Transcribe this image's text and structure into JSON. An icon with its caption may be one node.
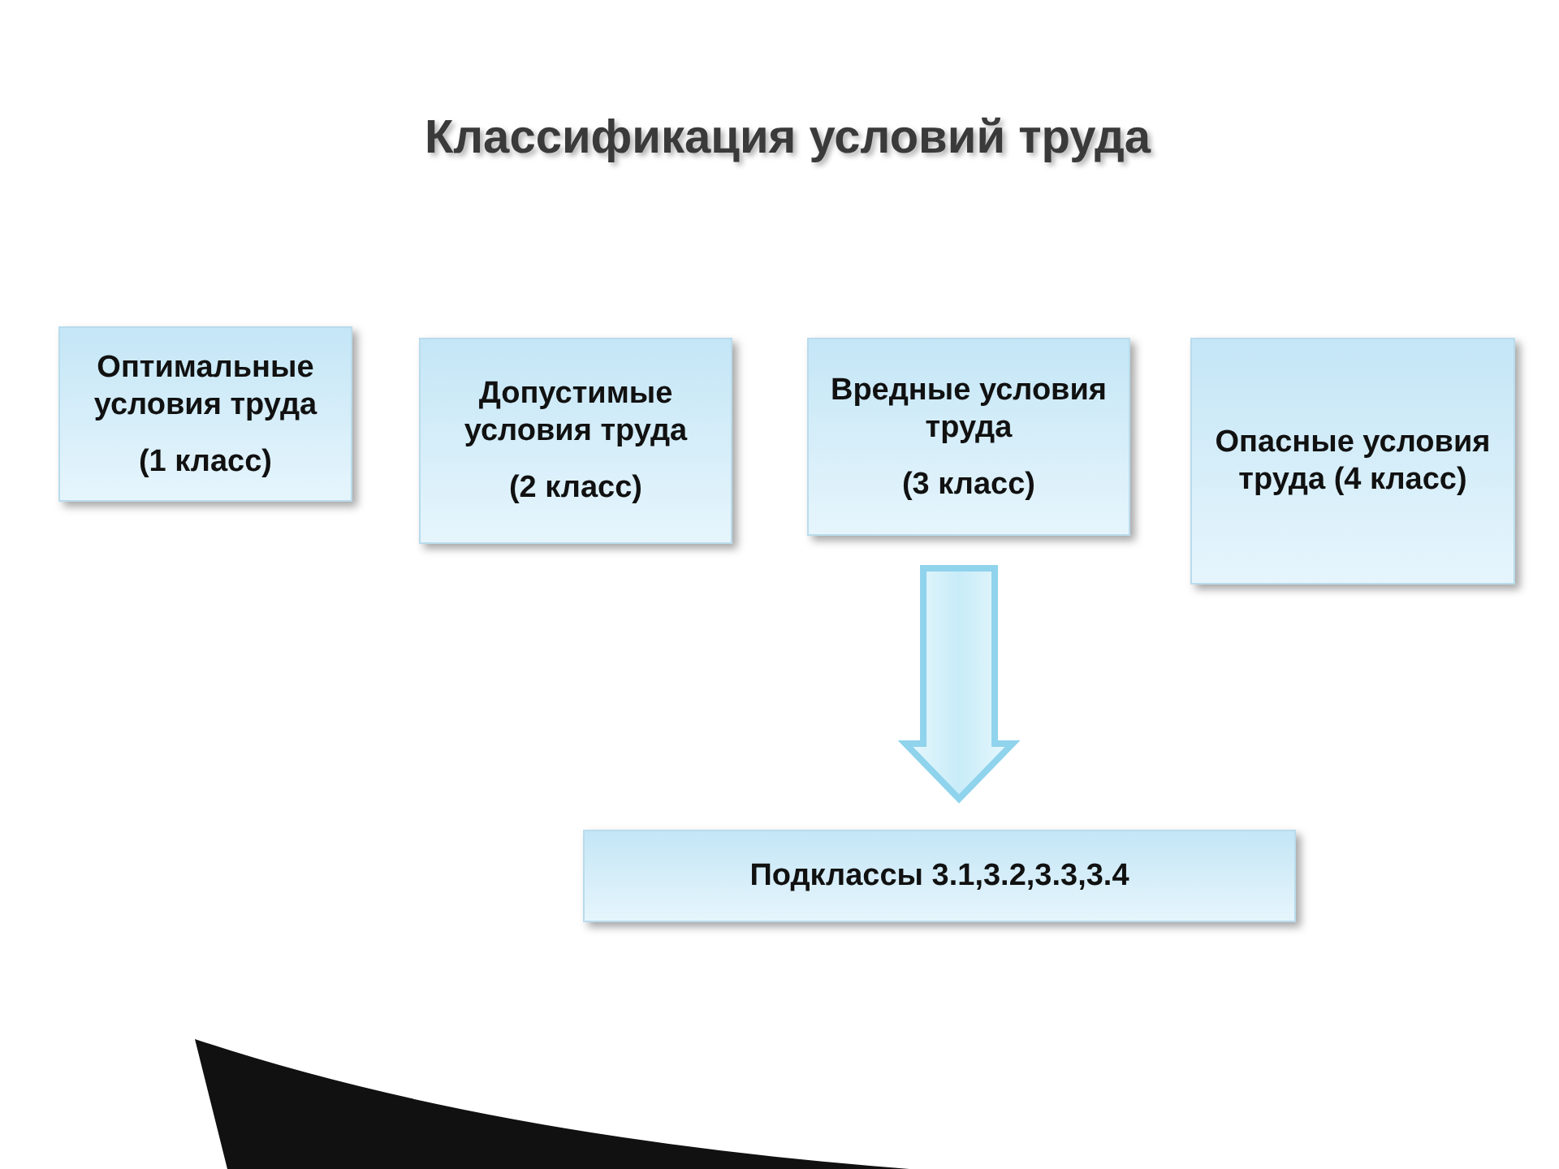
{
  "diagram": {
    "title": "Классификация условий труда",
    "nodes": [
      {
        "text": [
          "Оптимальные условия труда",
          "(1 класс)"
        ]
      },
      {
        "text": [
          "Допустимые условия труда",
          "(2 класс)"
        ]
      },
      {
        "text": [
          "Вредные условия труда",
          "(3 класс)"
        ]
      },
      {
        "text": [
          "Опасные условия труда (4 класс)"
        ]
      },
      {
        "text": [
          "Подклассы 3.1,3.2,3.3,3.4"
        ]
      }
    ],
    "edges": [
      {
        "from": 2,
        "to": 4,
        "arrow": "to"
      }
    ]
  }
}
